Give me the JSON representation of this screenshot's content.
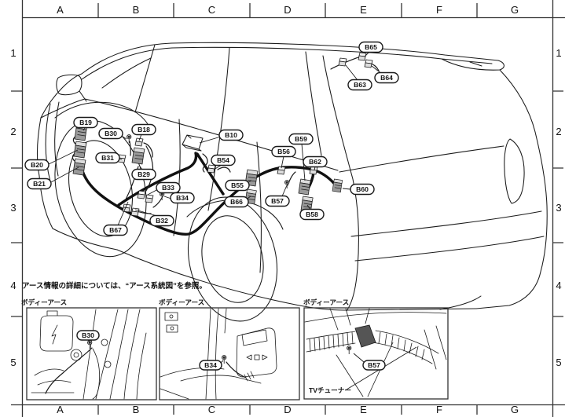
{
  "note": "アース情報の詳細については、“アース系統図”を参照。",
  "grid": {
    "columns": [
      "A",
      "B",
      "C",
      "D",
      "E",
      "F",
      "G"
    ],
    "rows": [
      "1",
      "2",
      "3",
      "4",
      "5"
    ]
  },
  "main_diagram": {
    "description": "body-harness ground connector locations on wagon, front-left view",
    "callouts": {
      "B10": "B10",
      "B18": "B18",
      "B19": "B19",
      "B20": "B20",
      "B21": "B21",
      "B29": "B29",
      "B30": "B30",
      "B31": "B31",
      "B32": "B32",
      "B33": "B33",
      "B34": "B34",
      "B54": "B54",
      "B55": "B55",
      "B56": "B56",
      "B57": "B57",
      "B58": "B58",
      "B59": "B59",
      "B60": "B60",
      "B62": "B62",
      "B63": "B63",
      "B64": "B64",
      "B65": "B65",
      "B66": "B66",
      "B67": "B67"
    }
  },
  "insets": [
    {
      "title": "ボディーアース",
      "callout": "B30"
    },
    {
      "title": "ボディーアース",
      "callout": "B34"
    },
    {
      "title": "ボディーアース",
      "callout": "B57",
      "extra_label": "TVチューナー"
    }
  ],
  "colors": {
    "line": "#1a1a1a",
    "connector_dark": "#9a9a9a",
    "connector_light": "#dddddd",
    "background": "#ffffff"
  }
}
